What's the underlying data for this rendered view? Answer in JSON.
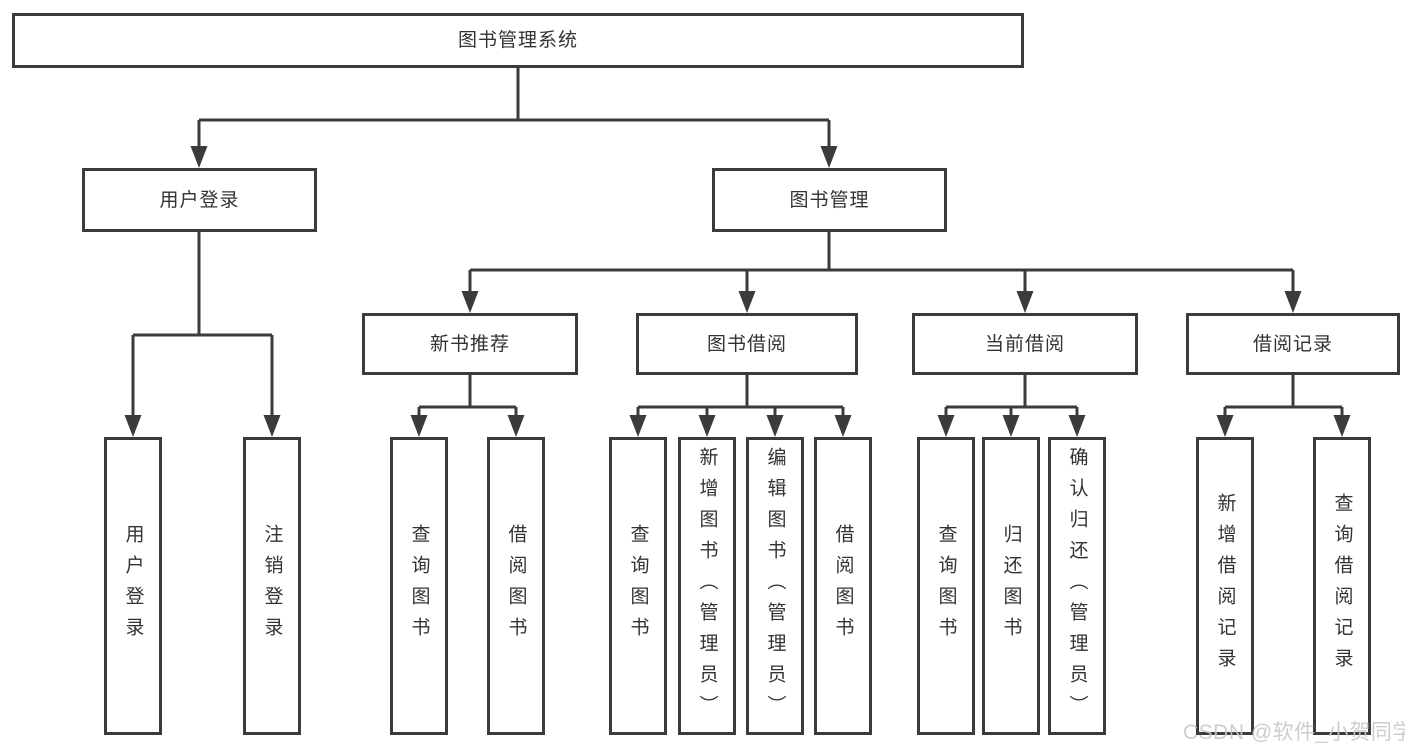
{
  "tree": {
    "root": {
      "label": "图书管理系统"
    },
    "branches": [
      {
        "label": "用户登录",
        "children": [
          {
            "label": "用户登录"
          },
          {
            "label": "注销登录"
          }
        ]
      },
      {
        "label": "图书管理",
        "children": [
          {
            "label": "新书推荐",
            "children": [
              {
                "label": "查询图书"
              },
              {
                "label": "借阅图书"
              }
            ]
          },
          {
            "label": "图书借阅",
            "children": [
              {
                "label": "查询图书"
              },
              {
                "label": "新增图书（管理员）"
              },
              {
                "label": "编辑图书（管理员）"
              },
              {
                "label": "借阅图书"
              }
            ]
          },
          {
            "label": "当前借阅",
            "children": [
              {
                "label": "查询图书"
              },
              {
                "label": "归还图书"
              },
              {
                "label": "确认归还（管理员）"
              }
            ]
          },
          {
            "label": "借阅记录",
            "children": [
              {
                "label": "新增借阅记录"
              },
              {
                "label": "查询借阅记录"
              }
            ]
          }
        ]
      }
    ]
  },
  "watermark": "CSDN @软件_小贺同学",
  "colors": {
    "line": "#3b3b3b",
    "text": "#333333",
    "background": "#ffffff",
    "watermark": "#c9c9c9"
  }
}
